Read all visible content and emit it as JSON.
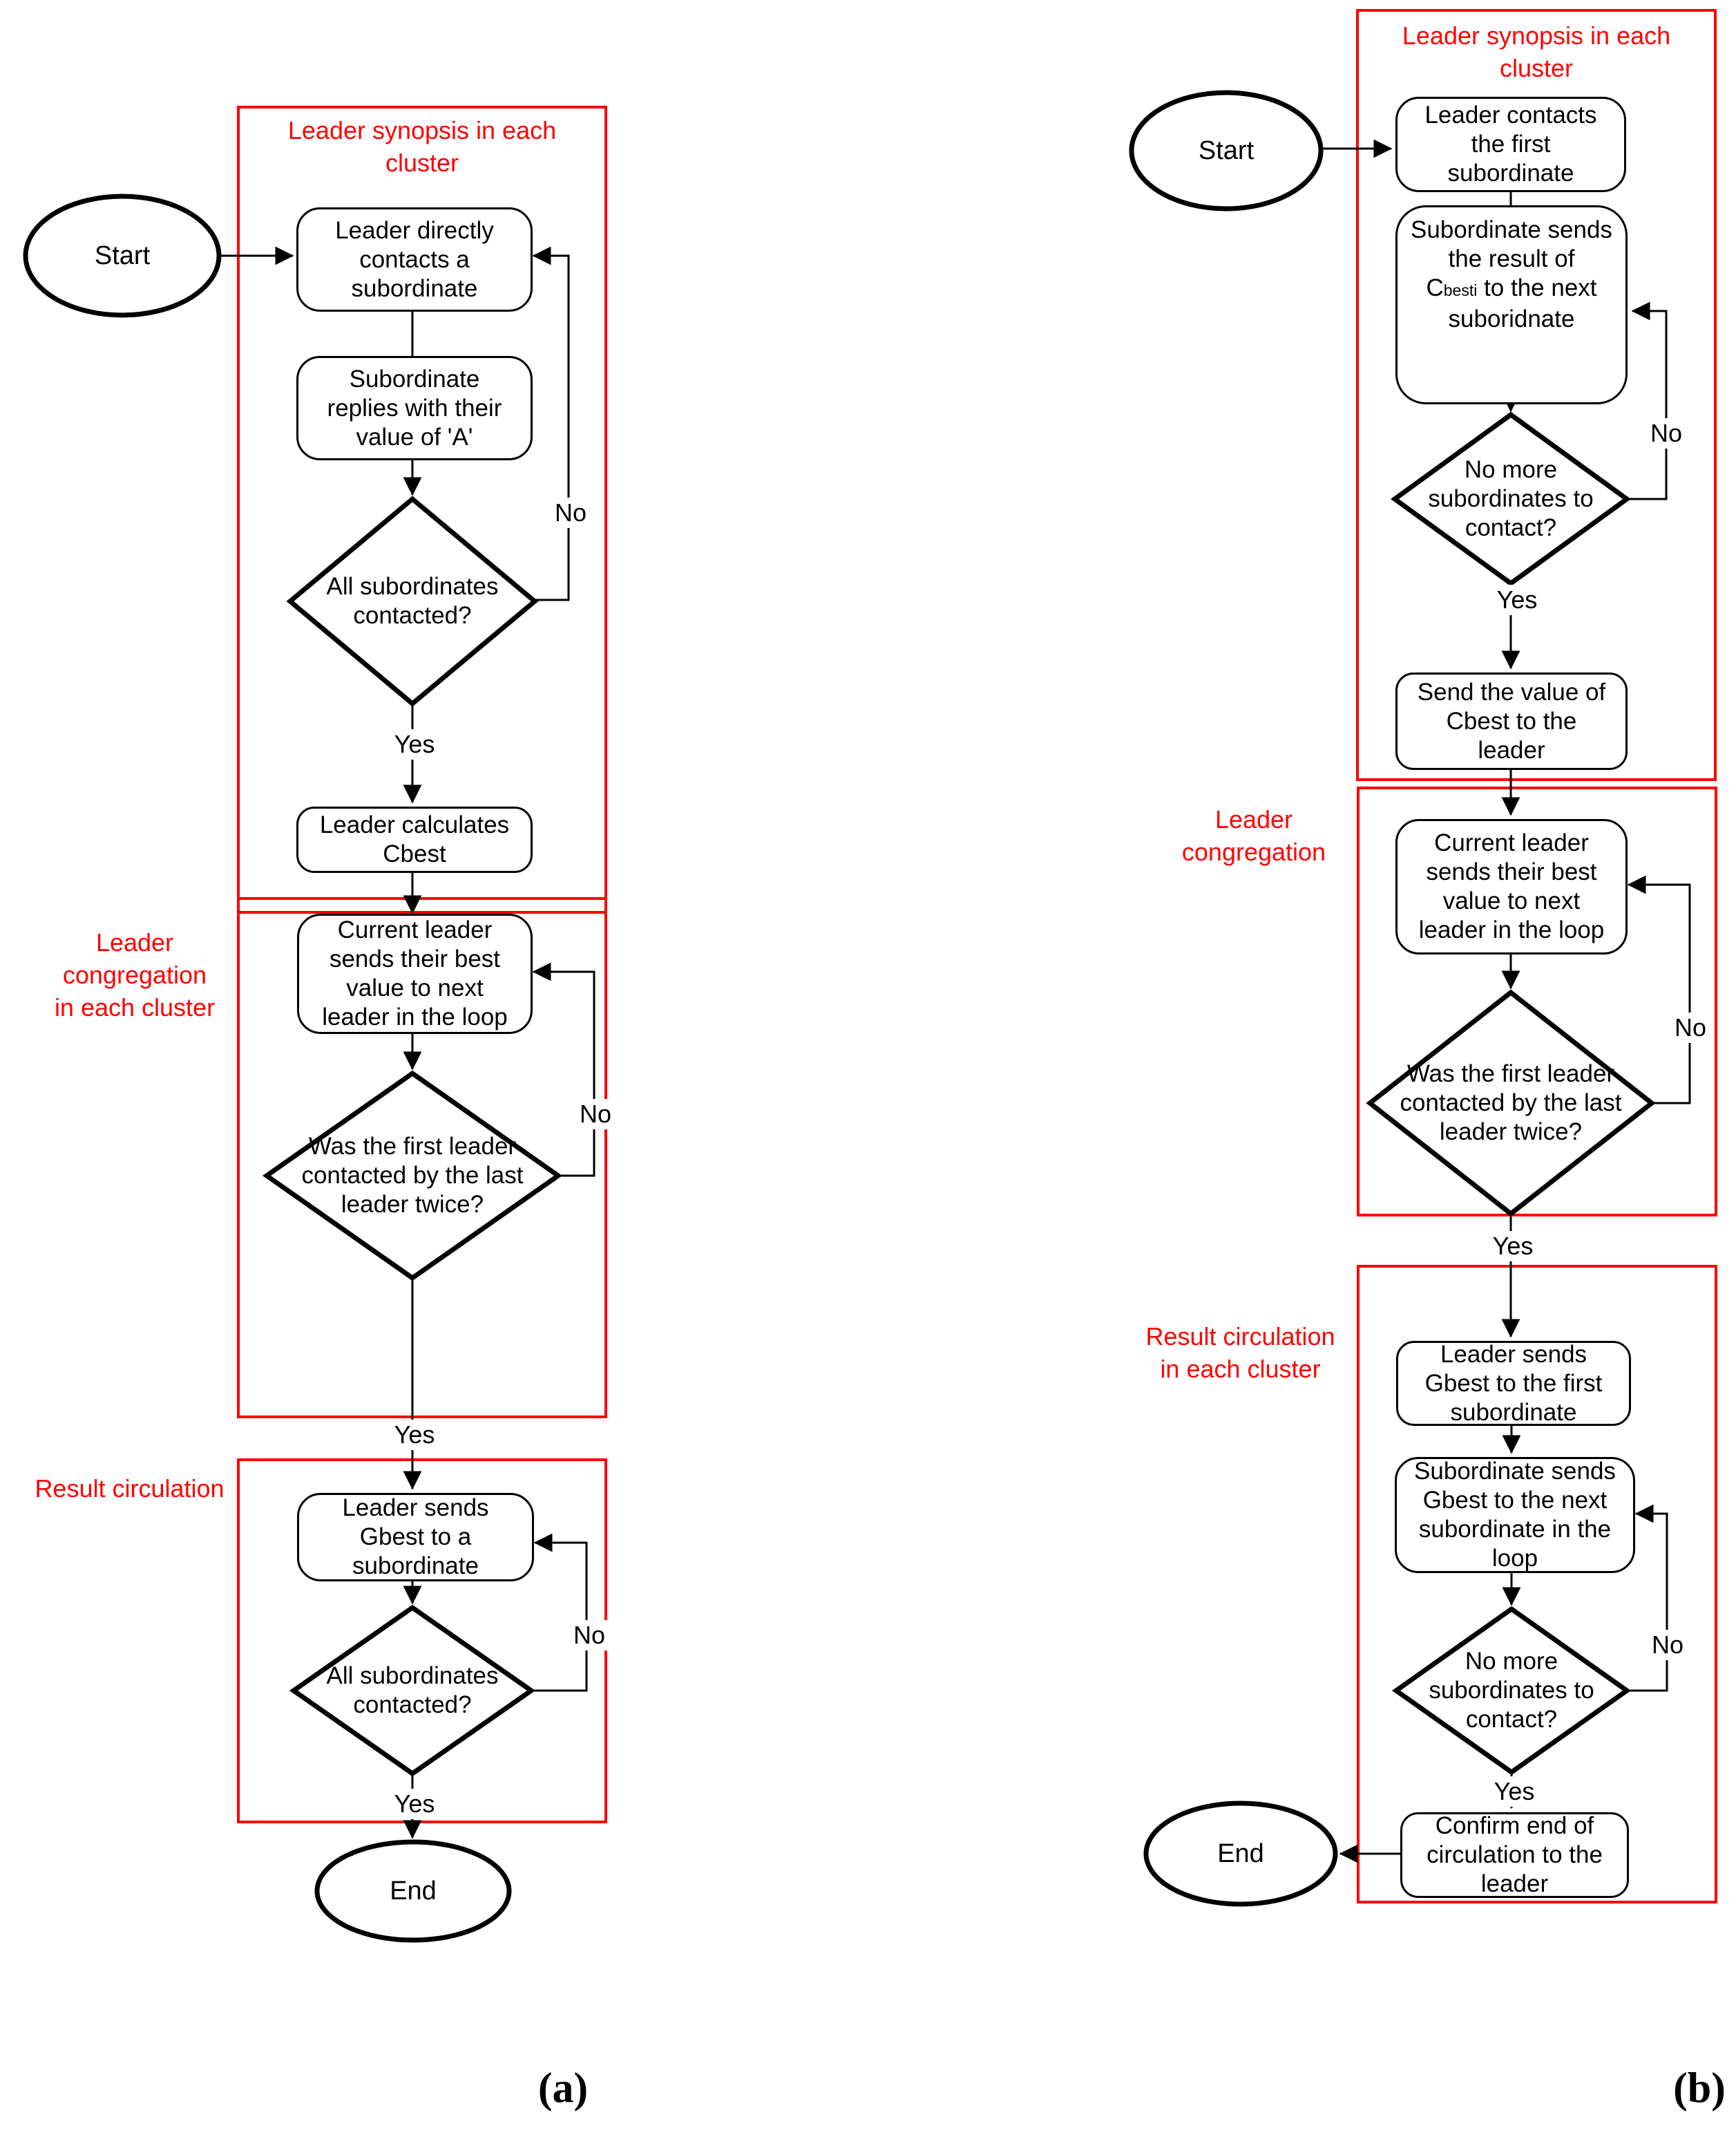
{
  "labels": {
    "yes": "Yes",
    "no": "No"
  },
  "colors": {
    "section": "#ff0000",
    "stroke": "#000000",
    "background": "#ffffff"
  },
  "chart_a": {
    "caption": "(a)",
    "terminals": {
      "start": "Start",
      "end": "End"
    },
    "sections": {
      "synopsis": "Leader synopsis in each\ncluster",
      "congregation": "Leader\ncongregation\nin each cluster",
      "circulation": "Result circulation"
    },
    "nodes": {
      "contact": "Leader directly\ncontacts a\nsubordinate",
      "reply": "Subordinate\nreplies with their\nvalue of 'A'",
      "all_contacted": "All subordinates\ncontacted?",
      "calculate": "Leader calculates\nCbest",
      "send_best": "Current leader\nsends their best\nvalue to next\nleader in the loop",
      "first_leader": "Was the first leader\ncontacted by the last\nleader twice?",
      "send_gbest": "Leader sends\nGbest to a\nsubordinate",
      "all_contacted2": "All subordinates\ncontacted?"
    }
  },
  "chart_b": {
    "caption": "(b)",
    "terminals": {
      "start": "Start",
      "end": "End"
    },
    "sections": {
      "synopsis": "Leader synopsis in each\ncluster",
      "congregation": "Leader\ncongregation",
      "circulation": "Result circulation\nin each cluster"
    },
    "nodes": {
      "contact_first": "Leader contacts\nthe first\nsubordinate",
      "send_result_l1": "Subordinate sends",
      "send_result_l2": "the result of",
      "send_result_l3_pre": "C",
      "send_result_l3_sub": "besti",
      "send_result_l3_post": " to the next",
      "send_result_l4": "suboridnate",
      "no_more": "No more\nsubordinates to\ncontact?",
      "send_cbest": "Send the value of\nCbest to the\nleader",
      "send_best": "Current leader\nsends their best\nvalue to next\nleader in the loop",
      "first_leader": "Was the first leader\ncontacted by the last\nleader twice?",
      "send_gbest": "Leader sends\nGbest to the first\nsubordinate",
      "sub_sends_gbest": "Subordinate sends\nGbest to the next\nsubordinate in the\nloop",
      "no_more2": "No more\nsubordinates to\ncontact?",
      "confirm": "Confirm end of\ncirculation to the\nleader"
    }
  }
}
